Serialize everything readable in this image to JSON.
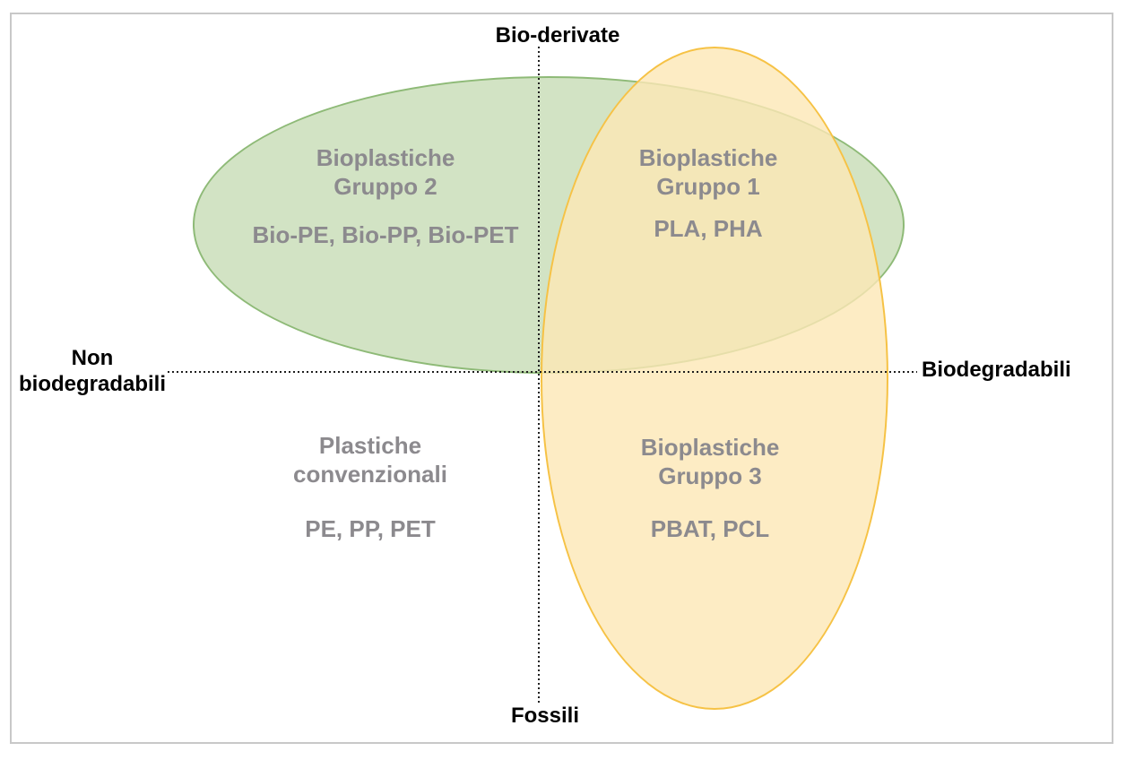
{
  "diagram": {
    "title_semantic": "Bioplastics classification quadrant diagram",
    "axes": {
      "top_label": "Bio-derivate",
      "bottom_label": "Fossili",
      "left_label_line1": "Non",
      "left_label_line2": "biodegradabili",
      "right_label": "Biodegradabili"
    },
    "groups": {
      "group2": {
        "title_line1": "Bioplastiche",
        "title_line2": "Gruppo 2",
        "items": "Bio-PE, Bio-PP, Bio-PET",
        "region": "bio-derived, non-biodegradable (green ellipse)"
      },
      "group1": {
        "title_line1": "Bioplastiche",
        "title_line2": "Gruppo 1",
        "items": "PLA, PHA",
        "region": "bio-derived, biodegradable (green-yellow overlap)"
      },
      "conventional": {
        "title_line1": "Plastiche",
        "title_line2": "convenzionali",
        "items": "PE, PP, PET",
        "region": "fossil, non-biodegradable (no ellipse)"
      },
      "group3": {
        "title_line1": "Bioplastiche",
        "title_line2": "Gruppo 3",
        "items": "PBAT, PCL",
        "region": "fossil, biodegradable (yellow ellipse)"
      }
    },
    "colors": {
      "green_fill": "#d2e3c4",
      "green_stroke": "#8eba77",
      "yellow_fill": "#fce7b5",
      "yellow_stroke": "#f6c245",
      "overlap_fill": "#f0e6b2",
      "text_gray": "#8c8a8e",
      "axis_black": "#1f1f1f",
      "frame_gray": "#c8c8c8"
    }
  }
}
